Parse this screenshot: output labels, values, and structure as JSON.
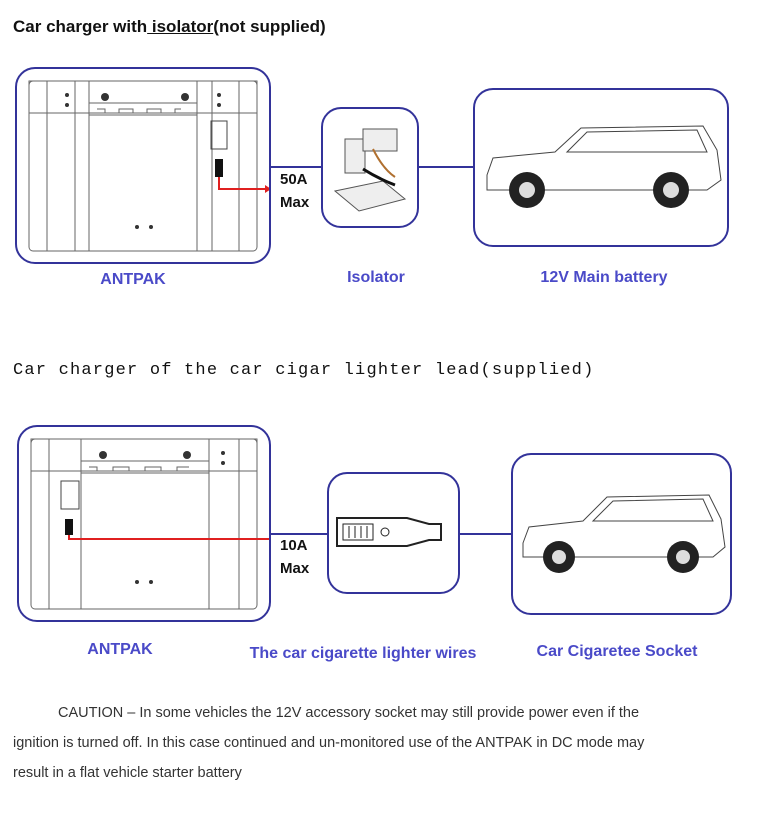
{
  "section1": {
    "title_prefix": "Car charger with",
    "title_link": " isolator",
    "title_suffix": "(not supplied)",
    "current": "50A",
    "current_max": "Max",
    "labels": {
      "antpak": "ANTPAK",
      "isolator": "Isolator",
      "battery": "12V Main battery"
    }
  },
  "section2": {
    "title": "Car charger of the car cigar lighter lead(supplied)",
    "current": "10A",
    "current_max": "Max",
    "labels": {
      "antpak": "ANTPAK",
      "wires": "The car cigarette lighter wires",
      "socket": "Car Cigaretee Socket"
    }
  },
  "caution": {
    "line1": "CAUTION – In some vehicles the 12V accessory socket may still provide power even if the",
    "line2": "ignition is turned off. In this case continued and un-monitored use of the ANTPAK in DC mode may",
    "line3": "result in a flat vehicle starter battery"
  },
  "colors": {
    "frame": "#33339a",
    "label": "#4a4ac8",
    "wire": "#e02020"
  }
}
